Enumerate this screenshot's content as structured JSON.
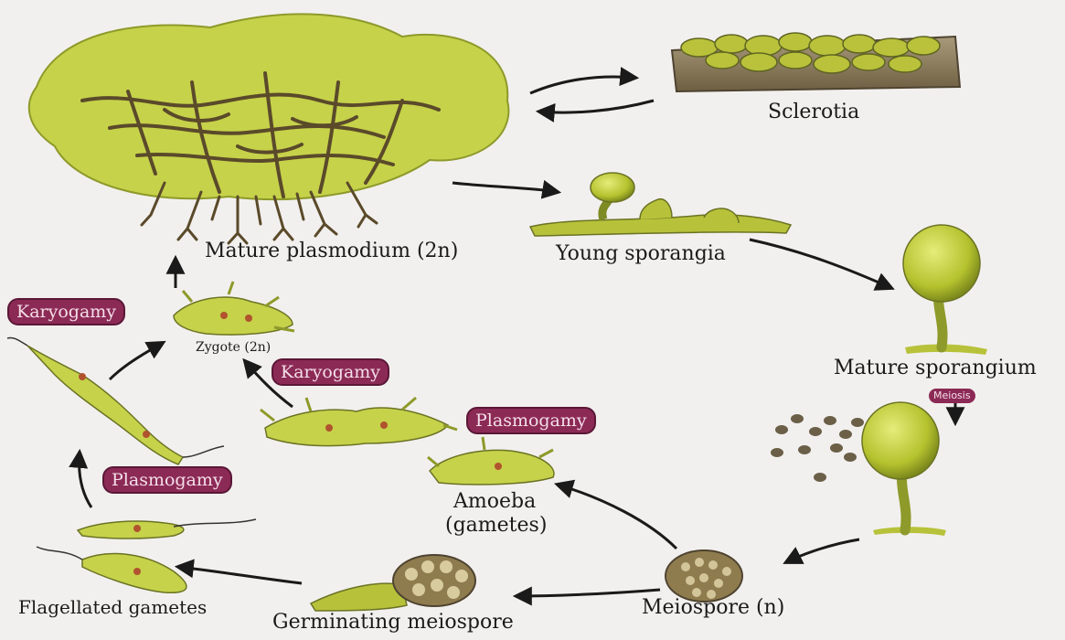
{
  "stages": {
    "mature_plasmodium": "Mature plasmodium (2n)",
    "sclerotia": "Sclerotia",
    "young_sporangia": "Young sporangia",
    "mature_sporangium": "Mature sporangium",
    "meiospore": "Meiospore (n)",
    "germinating_meiospore": "Germinating meiospore",
    "flagellated_gametes": "Flagellated gametes",
    "amoeba_line1": "Amoeba",
    "amoeba_line2": "(gametes)",
    "zygote": "Zygote (2n)"
  },
  "processes": {
    "meiosis": "Meiosis",
    "karyogamy_left": "Karyogamy",
    "karyogamy_center": "Karyogamy",
    "plasmogamy_left": "Plasmogamy",
    "plasmogamy_center": "Plasmogamy"
  },
  "colors": {
    "organism_green": "#c2cf3a",
    "organism_dark": "#6f6a2e",
    "vein_brown": "#5a4a2a",
    "process_pill": "#8c2a56",
    "arrow": "#1a1a1a"
  }
}
